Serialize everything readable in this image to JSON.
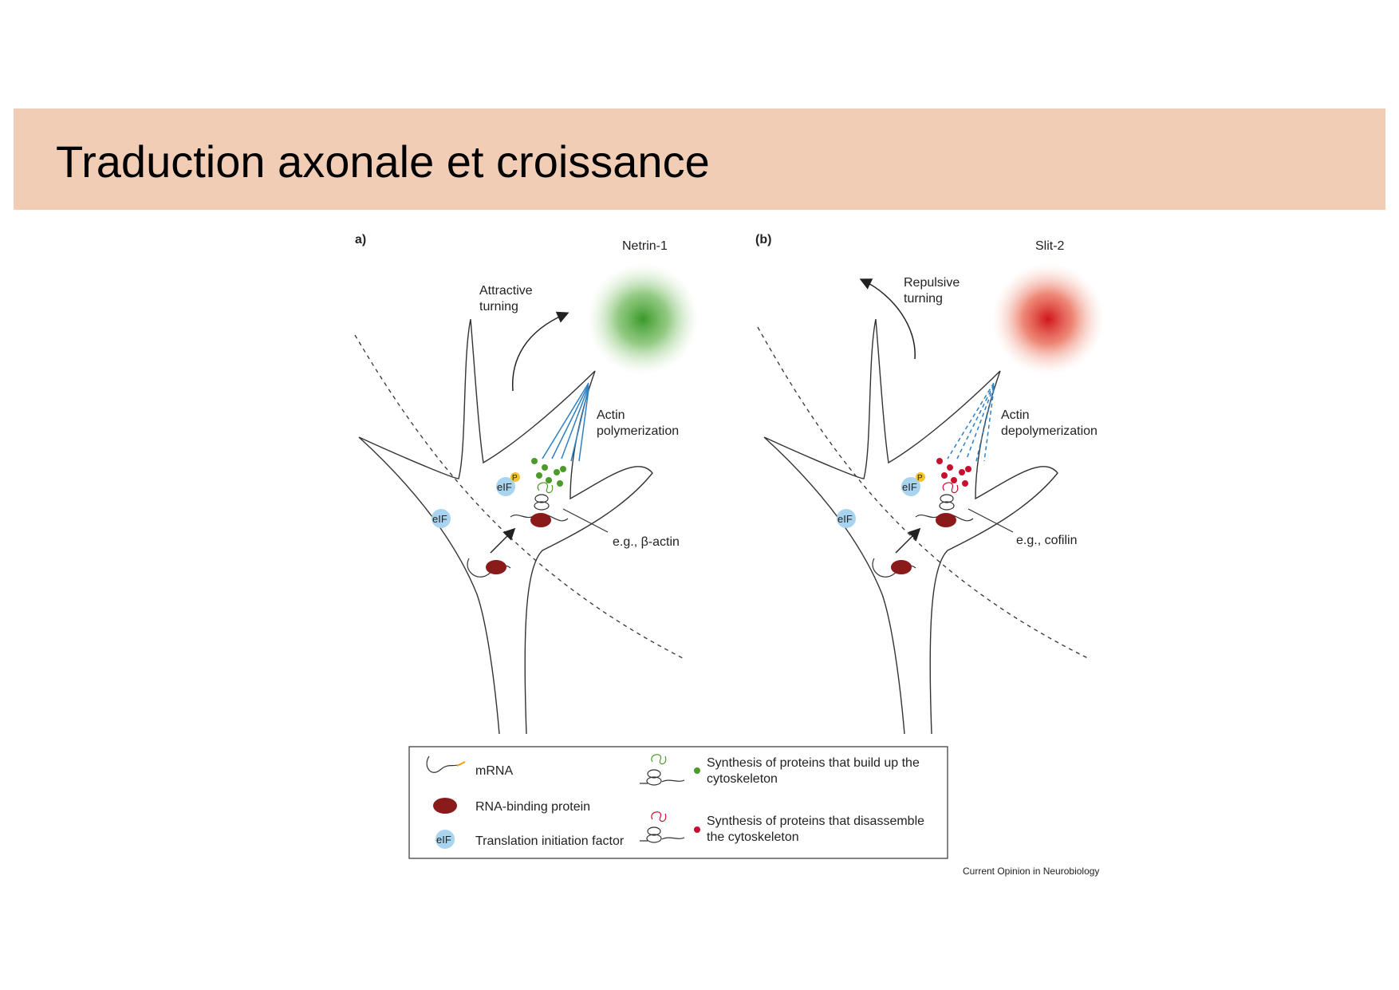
{
  "slide": {
    "title": "Traduction axonale et croissance"
  },
  "panel_a": {
    "label": "a)",
    "cue": "Netrin-1",
    "turning_line1": "Attractive",
    "turning_line2": "turning",
    "actin_line1": "Actin",
    "actin_line2": "polymerization",
    "example": "e.g., β-actin",
    "cue_color": "#3a9a2a",
    "protein_color": "#4c9a2a"
  },
  "panel_b": {
    "label": "(b)",
    "cue": "Slit-2",
    "turning_line1": "Repulsive",
    "turning_line2": "turning",
    "actin_line1": "Actin",
    "actin_line2": "depolymerization",
    "example": "e.g., cofilin",
    "cue_color": "#d0161a",
    "protein_color": "#c8102e"
  },
  "labels": {
    "eif": "eIF",
    "phospho": "P"
  },
  "legend": {
    "mrna": "mRNA",
    "rbp": "RNA-binding protein",
    "eif": "Translation initiation factor",
    "build_line1": "Synthesis of proteins that build up the",
    "build_line2": "cytoskeleton",
    "disassemble_line1": "Synthesis of proteins that disassemble",
    "disassemble_line2": "the cytoskeleton"
  },
  "credit": "Current Opinion in Neurobiology",
  "colors": {
    "title_band": "#f1cdb6",
    "eif_fill": "#a8d4f0",
    "rbp_fill": "#8b1a1a",
    "actin_line": "#2f7fc1"
  },
  "icons": [
    "mrna-icon",
    "rna-binding-protein-icon",
    "eif-icon",
    "ribosome-icon",
    "growth-cone-icon"
  ]
}
